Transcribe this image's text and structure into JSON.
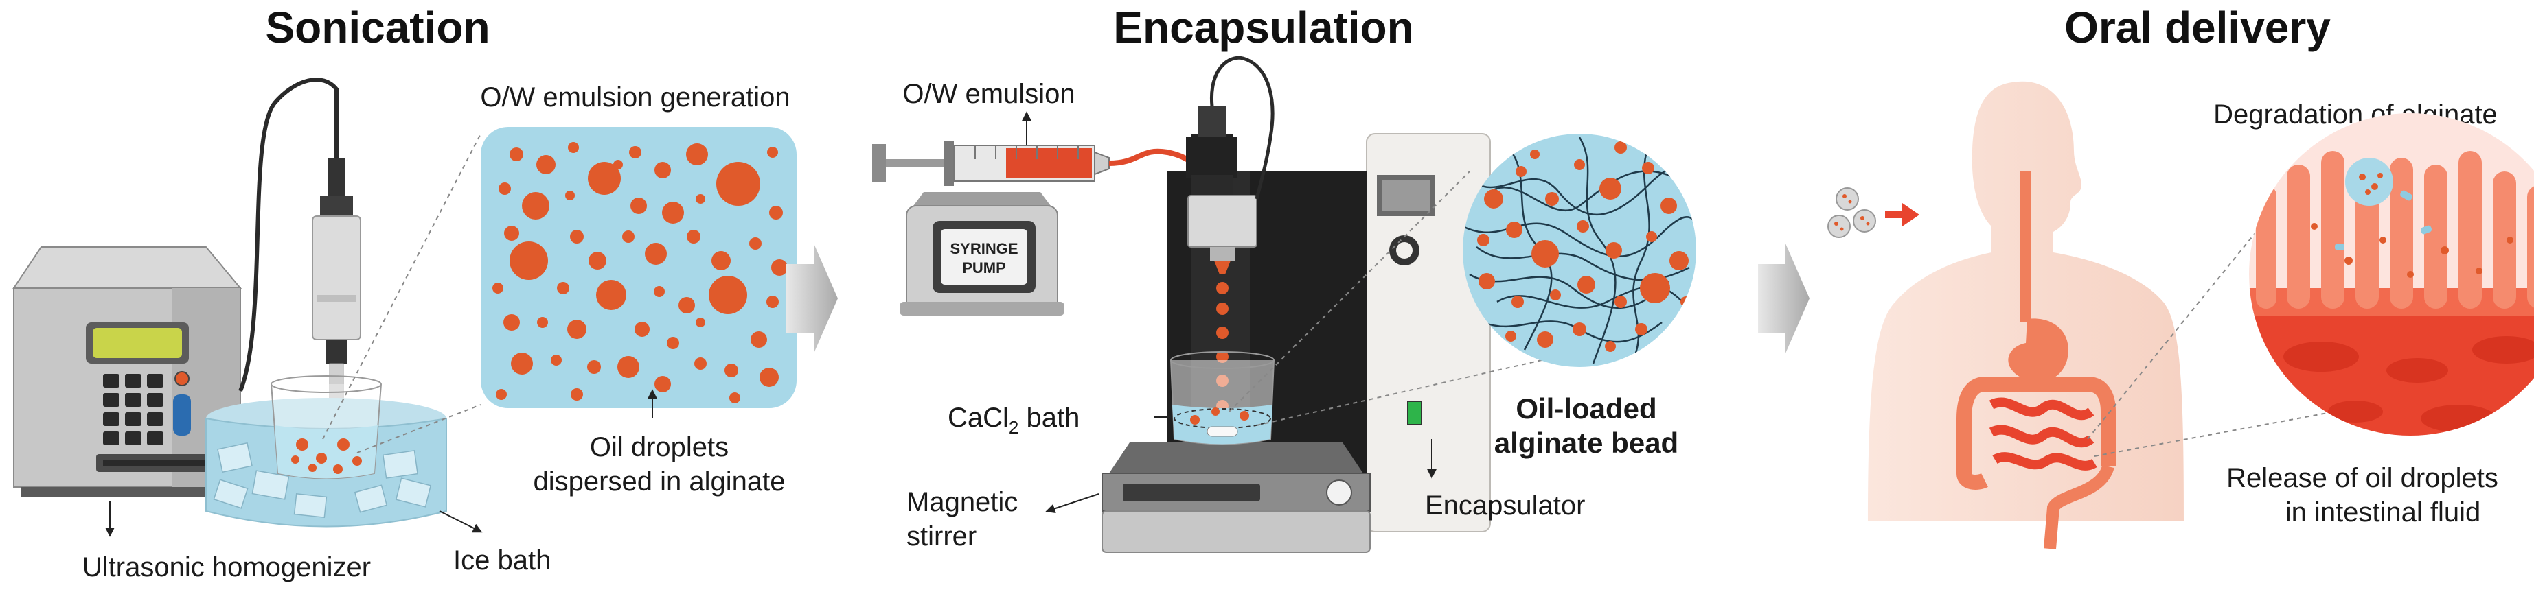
{
  "sections": {
    "sonication": "Sonication",
    "encapsulation": "Encapsulation",
    "oral_delivery": "Oral delivery"
  },
  "labels": {
    "ow_emulsion_generation": "O/W emulsion  generation",
    "oil_droplets_line1": "Oil droplets",
    "oil_droplets_line2": "dispersed in alginate",
    "ultrasonic_homogenizer": "Ultrasonic homogenizer",
    "ice_bath": "Ice bath",
    "ow_emulsion": "O/W emulsion",
    "syringe_pump_line1": "SYRINGE",
    "syringe_pump_line2": "PUMP",
    "cacl2_prefix": "CaCl",
    "cacl2_sub": "2",
    "cacl2_suffix": " bath",
    "magnetic_stirrer_line1": "Magnetic",
    "magnetic_stirrer_line2": "stirrer",
    "oil_loaded_line1": "Oil-loaded",
    "oil_loaded_line2": "alginate bead",
    "encapsulator": "Encapsulator",
    "degradation": "Degradation of alginate",
    "release_line1": "Release of oil droplets",
    "release_line2": "in intestinal fluid"
  },
  "colors": {
    "droplet": "#e05a2b",
    "emulsion_bg": "#a8d8e8",
    "arrow_gray": "#c8c8c8",
    "body_skin": "#f8d9cc",
    "tract": "#f07f5c",
    "intestine_red": "#e8442e"
  }
}
